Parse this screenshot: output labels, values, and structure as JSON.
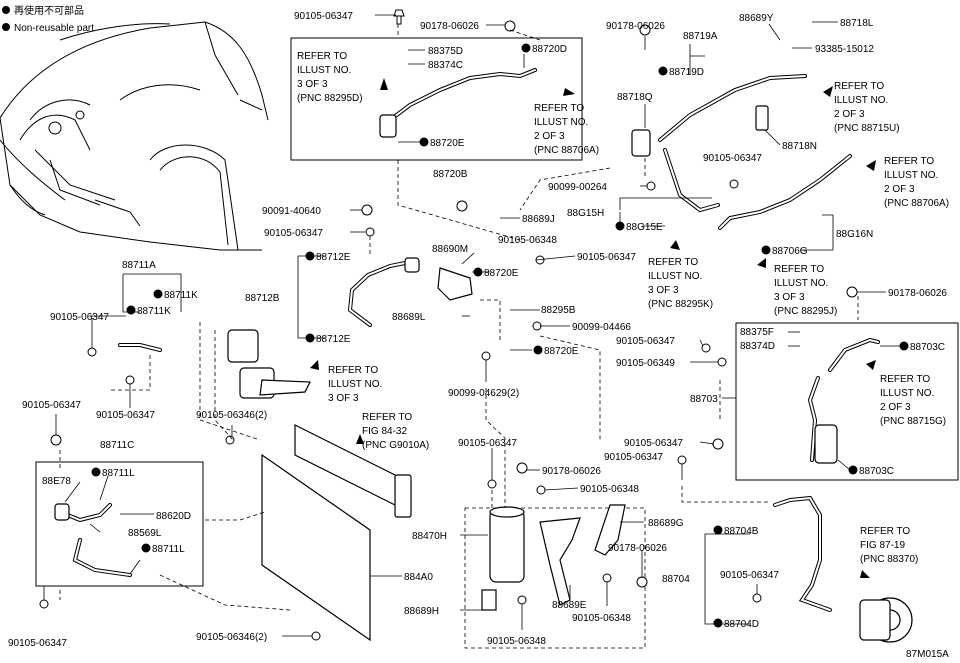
{
  "legend": [
    {
      "marker": "●",
      "text": "再使用不可部品"
    },
    {
      "marker": "●",
      "text": "Non-reusable part"
    }
  ],
  "illustration_code": "87M015A",
  "labels": [
    {
      "id": "l1",
      "text": "90105-06347",
      "marker": false
    },
    {
      "id": "l2",
      "text": "90178-06026",
      "marker": false
    },
    {
      "id": "l3",
      "text": "88375D",
      "marker": false
    },
    {
      "id": "l4",
      "text": "88374C",
      "marker": false
    },
    {
      "id": "l5",
      "text": "88720D",
      "marker": true
    },
    {
      "id": "l6",
      "text": "88720E",
      "marker": true
    },
    {
      "id": "l7",
      "text": "88720B",
      "marker": false
    },
    {
      "id": "l8",
      "text": "90178-06026",
      "marker": false
    },
    {
      "id": "l9",
      "text": "88719A",
      "marker": false
    },
    {
      "id": "l10",
      "text": "88719D",
      "marker": true
    },
    {
      "id": "l11",
      "text": "88718Q",
      "marker": false
    },
    {
      "id": "l12",
      "text": "88689Y",
      "marker": false
    },
    {
      "id": "l13",
      "text": "88718L",
      "marker": false
    },
    {
      "id": "l14",
      "text": "93385-15012",
      "marker": false
    },
    {
      "id": "l15",
      "text": "88718N",
      "marker": false
    },
    {
      "id": "l16",
      "text": "90105-06347",
      "marker": false
    },
    {
      "id": "l17",
      "text": "90099-00264",
      "marker": false
    },
    {
      "id": "l18",
      "text": "88G15H",
      "marker": false
    },
    {
      "id": "l19",
      "text": "88G15E",
      "marker": true
    },
    {
      "id": "l20",
      "text": "88689J",
      "marker": false
    },
    {
      "id": "l21",
      "text": "90105-06348",
      "marker": false
    },
    {
      "id": "l22",
      "text": "88G16N",
      "marker": false
    },
    {
      "id": "l23",
      "text": "88706G",
      "marker": true
    },
    {
      "id": "l24",
      "text": "90091-40640",
      "marker": false
    },
    {
      "id": "l25",
      "text": "90105-06347",
      "marker": false
    },
    {
      "id": "l26",
      "text": "88690M",
      "marker": false
    },
    {
      "id": "l27",
      "text": "88720E",
      "marker": true
    },
    {
      "id": "l28",
      "text": "90105-06347",
      "marker": false
    },
    {
      "id": "l29",
      "text": "88712E",
      "marker": true
    },
    {
      "id": "l30",
      "text": "88712B",
      "marker": false
    },
    {
      "id": "l31",
      "text": "88712E",
      "marker": true
    },
    {
      "id": "l32",
      "text": "88689L",
      "marker": false
    },
    {
      "id": "l33",
      "text": "88295B",
      "marker": false
    },
    {
      "id": "l34",
      "text": "90099-04466",
      "marker": false
    },
    {
      "id": "l35",
      "text": "88720E",
      "marker": true
    },
    {
      "id": "l36",
      "text": "90099-04629(2)",
      "marker": false
    },
    {
      "id": "l37",
      "text": "88711A",
      "marker": false
    },
    {
      "id": "l38",
      "text": "88711K",
      "marker": true
    },
    {
      "id": "l39",
      "text": "88711K",
      "marker": true
    },
    {
      "id": "l40",
      "text": "90105-06347",
      "marker": false
    },
    {
      "id": "l41",
      "text": "90105-06347",
      "marker": false
    },
    {
      "id": "l42",
      "text": "90105-06347",
      "marker": false
    },
    {
      "id": "l43",
      "text": "90105-06346(2)",
      "marker": false
    },
    {
      "id": "l44",
      "text": "88711C",
      "marker": false
    },
    {
      "id": "l45",
      "text": "88E78",
      "marker": false
    },
    {
      "id": "l46",
      "text": "88711L",
      "marker": true
    },
    {
      "id": "l47",
      "text": "88620D",
      "marker": false
    },
    {
      "id": "l48",
      "text": "88569L",
      "marker": false
    },
    {
      "id": "l49",
      "text": "88711L",
      "marker": true
    },
    {
      "id": "l50",
      "text": "90105-06347",
      "marker": false
    },
    {
      "id": "l51",
      "text": "90105-06346(2)",
      "marker": false
    },
    {
      "id": "l52",
      "text": "884A0",
      "marker": false
    },
    {
      "id": "l53",
      "text": "90105-06347",
      "marker": false
    },
    {
      "id": "l54",
      "text": "90178-06026",
      "marker": false
    },
    {
      "id": "l55",
      "text": "90105-06348",
      "marker": false
    },
    {
      "id": "l56",
      "text": "88470H",
      "marker": false
    },
    {
      "id": "l57",
      "text": "88689H",
      "marker": false
    },
    {
      "id": "l58",
      "text": "90105-06348",
      "marker": false
    },
    {
      "id": "l59",
      "text": "88689E",
      "marker": false
    },
    {
      "id": "l60",
      "text": "90105-06348",
      "marker": false
    },
    {
      "id": "l61",
      "text": "90105-06347",
      "marker": false
    },
    {
      "id": "l62",
      "text": "88689G",
      "marker": false
    },
    {
      "id": "l63",
      "text": "90178-06026",
      "marker": false
    },
    {
      "id": "l64",
      "text": "88704",
      "marker": false
    },
    {
      "id": "l65",
      "text": "88704B",
      "marker": true
    },
    {
      "id": "l66",
      "text": "90105-06347",
      "marker": false
    },
    {
      "id": "l67",
      "text": "88704D",
      "marker": true
    },
    {
      "id": "l68",
      "text": "90105-06347",
      "marker": false
    },
    {
      "id": "l69",
      "text": "90105-06349",
      "marker": false
    },
    {
      "id": "l70",
      "text": "88703",
      "marker": false
    },
    {
      "id": "l71",
      "text": "88375F",
      "marker": false
    },
    {
      "id": "l72",
      "text": "88374D",
      "marker": false
    },
    {
      "id": "l73",
      "text": "88703C",
      "marker": true
    },
    {
      "id": "l74",
      "text": "88703C",
      "marker": true
    },
    {
      "id": "l75",
      "text": "90105-06347",
      "marker": false
    },
    {
      "id": "l76",
      "text": "90178-06026",
      "marker": false
    }
  ],
  "references": [
    {
      "id": "r1",
      "lines": [
        "REFER TO",
        "ILLUST NO.",
        "3 OF 3",
        "(PNC 88295D)"
      ]
    },
    {
      "id": "r2",
      "lines": [
        "REFER TO",
        "ILLUST NO.",
        "2 OF 3",
        "(PNC 88706A)"
      ]
    },
    {
      "id": "r3",
      "lines": [
        "REFER TO",
        "ILLUST NO.",
        "2 OF 3",
        "(PNC 88715U)"
      ]
    },
    {
      "id": "r4",
      "lines": [
        "REFER TO",
        "ILLUST NO.",
        "2 OF 3",
        "(PNC 88706A)"
      ]
    },
    {
      "id": "r5",
      "lines": [
        "REFER TO",
        "ILLUST NO.",
        "3 OF 3",
        "(PNC 88295K)"
      ]
    },
    {
      "id": "r6",
      "lines": [
        "REFER TO",
        "ILLUST NO.",
        "3 OF 3",
        "(PNC 88295J)"
      ]
    },
    {
      "id": "r7",
      "lines": [
        "REFER TO",
        "ILLUST NO.",
        "3 OF 3"
      ]
    },
    {
      "id": "r8",
      "lines": [
        "REFER TO",
        "FIG 84-32",
        "(PNC G9010A)"
      ]
    },
    {
      "id": "r9",
      "lines": [
        "REFER TO",
        "ILLUST NO.",
        "2 OF 3",
        "(PNC 88715G)"
      ]
    },
    {
      "id": "r10",
      "lines": [
        "REFER TO",
        "FIG 87-19",
        "(PNC 88370)"
      ]
    }
  ]
}
